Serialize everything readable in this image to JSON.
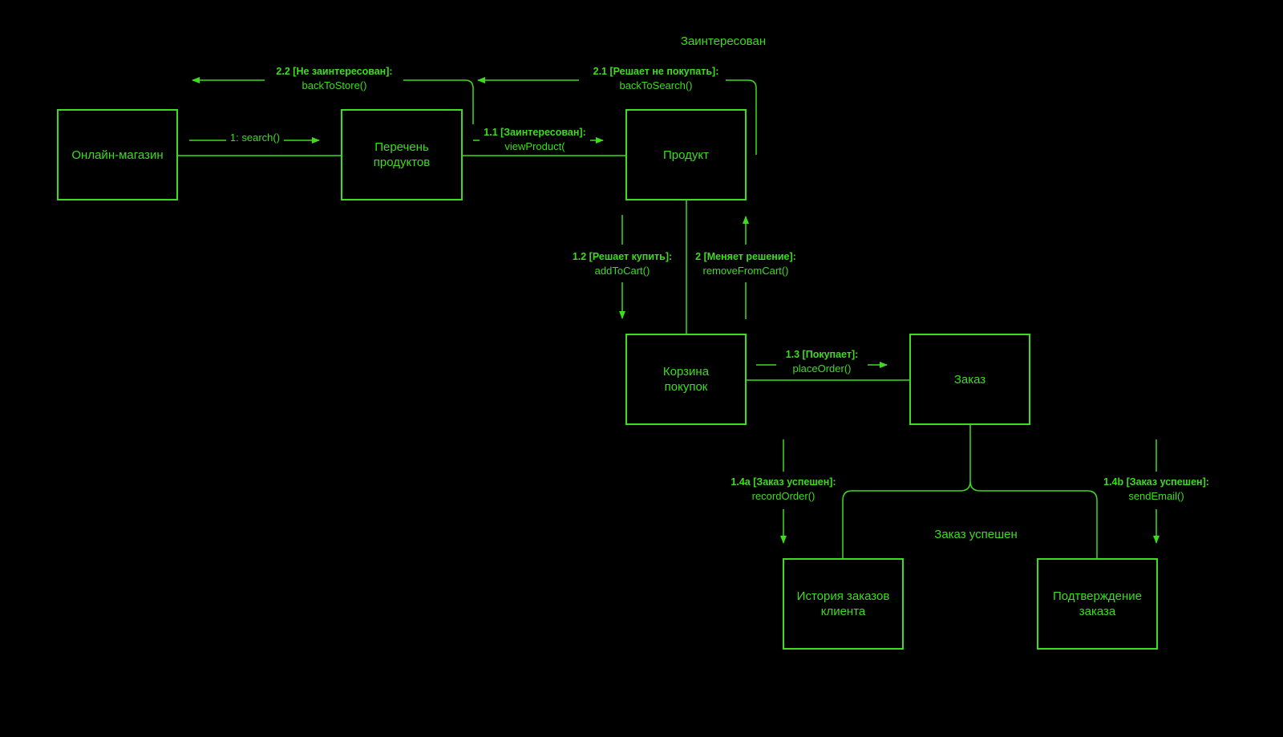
{
  "diagram": {
    "type": "communication-diagram",
    "color": "#3ddc1e",
    "background": "#000000",
    "objects": {
      "store": "Онлайн-магазин",
      "list": "Перечень\nпродуктов",
      "product": "Продукт",
      "cart": "Корзина\nпокупок",
      "order": "Заказ",
      "history": "История заказов\nклиента",
      "confirm": "Подтверждение\nзаказа"
    },
    "messages": {
      "m1": {
        "text": "1: search()"
      },
      "m11": {
        "guard": "1.1 [Заинтересован]:",
        "method": "viewProduct("
      },
      "m12": {
        "guard": "1.2 [Решает купить]:",
        "method": "addToCart()"
      },
      "m2": {
        "guard": "2 [Меняет решение]:",
        "method": "removeFromCart()"
      },
      "m21": {
        "guard": "2.1 [Решает не покупать]:",
        "method": "backToSearch()"
      },
      "m22": {
        "guard": "2.2 [Не заинтересован]:",
        "method": "backToStore()"
      },
      "m13": {
        "guard": "1.3 [Покупает]:",
        "method": "placeOrder()"
      },
      "m14a": {
        "guard": "1.4a [Заказ успешен]:",
        "method": "recordOrder()"
      },
      "m14b": {
        "guard": "1.4b [Заказ успешен]:",
        "method": "sendEmail()"
      }
    },
    "notes": {
      "interested": "Заинтересован",
      "success": "Заказ успешен"
    }
  }
}
